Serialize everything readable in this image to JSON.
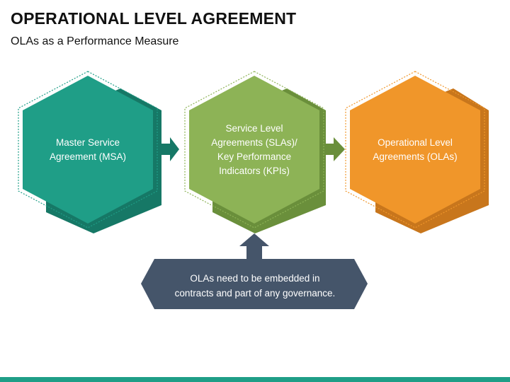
{
  "slide": {
    "title": "OPERATIONAL LEVEL AGREEMENT",
    "subtitle": "OLAs as a Performance Measure"
  },
  "hexagons": [
    {
      "line1": "Master Service",
      "line2": "Agreement (MSA)",
      "color": "#1f9e87",
      "shadow": "#167866"
    },
    {
      "line1": "Service Level",
      "line2": "Agreements (SLAs)/",
      "line3": "Key Performance",
      "line4": "Indicators (KPIs)",
      "color": "#8db356",
      "shadow": "#6a8f3b"
    },
    {
      "line1": "Operational Level",
      "line2": "Agreements (OLAs)",
      "color": "#f0962a",
      "shadow": "#c8761c"
    }
  ],
  "callout": {
    "line1": "OLAs need to be embedded in",
    "line2": "contracts and part of any governance.",
    "color": "#45556a"
  },
  "colors": {
    "accent": "#1f9e87",
    "arrow_teal": "#167866",
    "arrow_green": "#6a8f3b"
  }
}
